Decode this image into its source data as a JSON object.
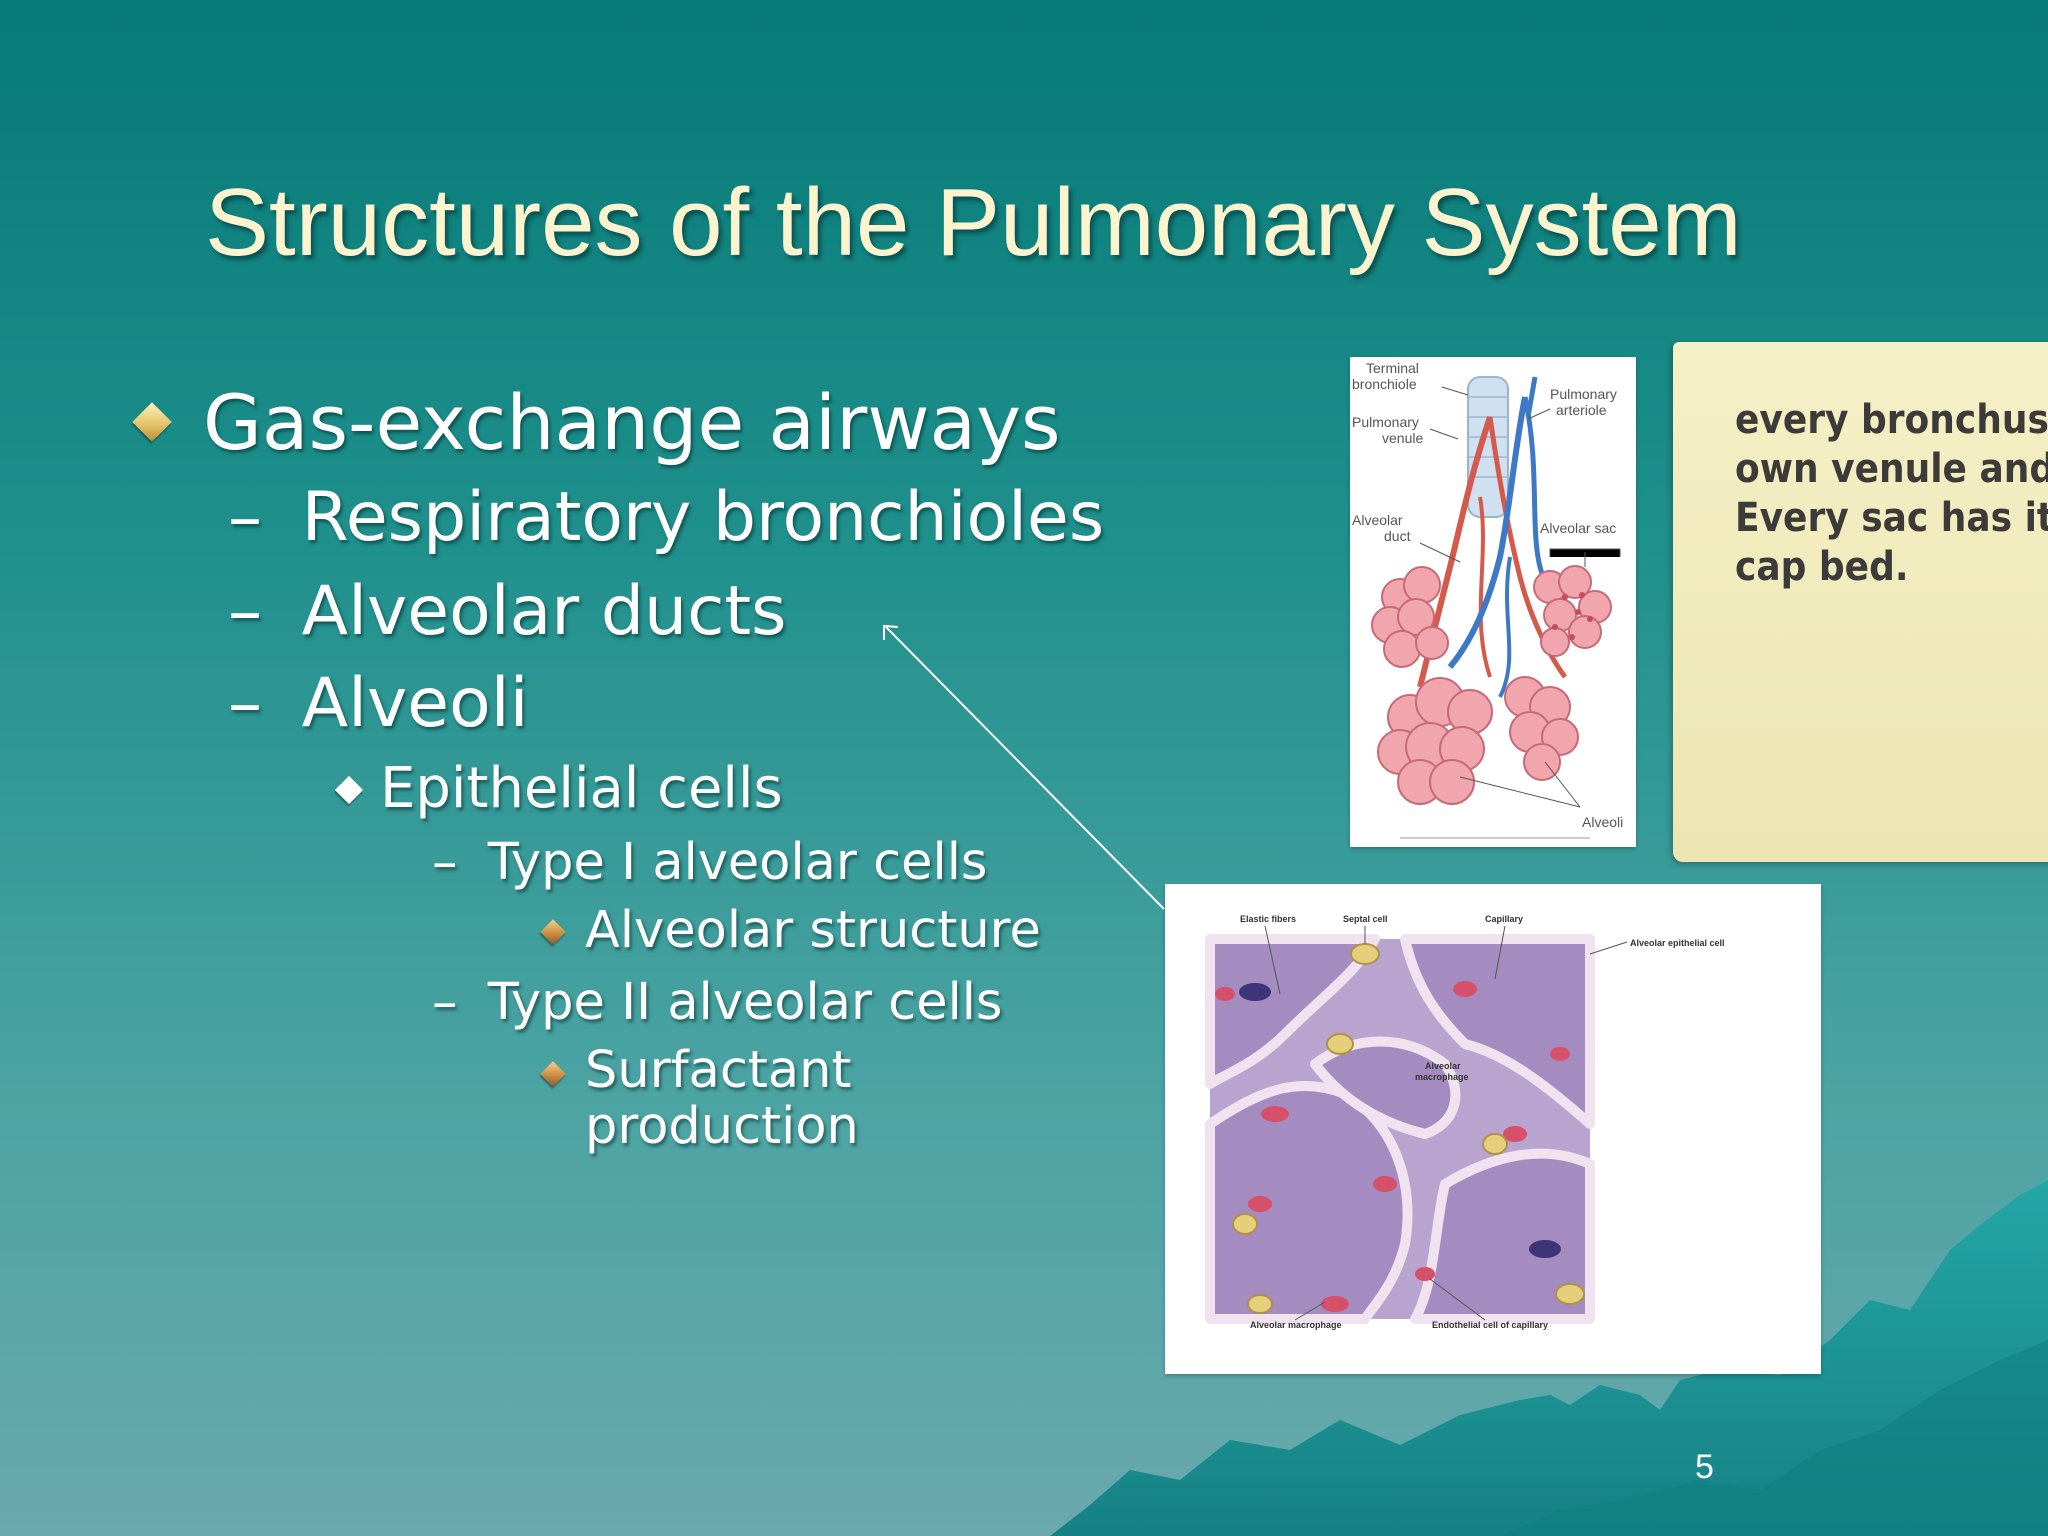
{
  "slide": {
    "title": "Structures of the Pulmonary System",
    "page_number": "5",
    "bullets": {
      "level1": "Gas-exchange airways",
      "resp_bronchioles": "Respiratory bronchioles",
      "alveolar_ducts": "Alveolar ducts",
      "alveoli": "Alveoli",
      "epithelial": "Epithelial cells",
      "type1": "Type I alveolar cells",
      "alveolar_structure": "Alveolar structure",
      "type2": "Type II alveolar cells",
      "surfactant_1": "Surfactant",
      "surfactant_2": "production",
      "dash": "–"
    }
  },
  "figure1": {
    "labels": {
      "terminal_1": "Terminal",
      "terminal_2": "bronchiole",
      "venule_1": "Pulmonary",
      "venule_2": "venule",
      "arteriole_1": "Pulmonary",
      "arteriole_2": "arteriole",
      "duct_1": "Alveolar",
      "duct_2": "duct",
      "sac": "Alveolar sac",
      "alveoli": "Alveoli"
    }
  },
  "figure2": {
    "labels": {
      "elastic": "Elastic fibers",
      "septal": "Septal cell",
      "capillary": "Capillary",
      "epithelial": "Alveolar epithelial cell",
      "macrophage_inner_1": "Alveolar",
      "macrophage_inner_2": "macrophage",
      "macrophage": "Alveolar macrophage",
      "endothelial": "Endothelial cell of capillary"
    }
  },
  "note": {
    "lines": [
      "every bronchus h",
      "own venule and a",
      "Every sac has its",
      "cap bed."
    ]
  },
  "colors": {
    "title": "#fbf4cf",
    "bg_top": "#067a78",
    "bg_bottom": "#6aa9ae",
    "note_bg": "#f5f0c6",
    "mountains": "#1a9c9c"
  }
}
